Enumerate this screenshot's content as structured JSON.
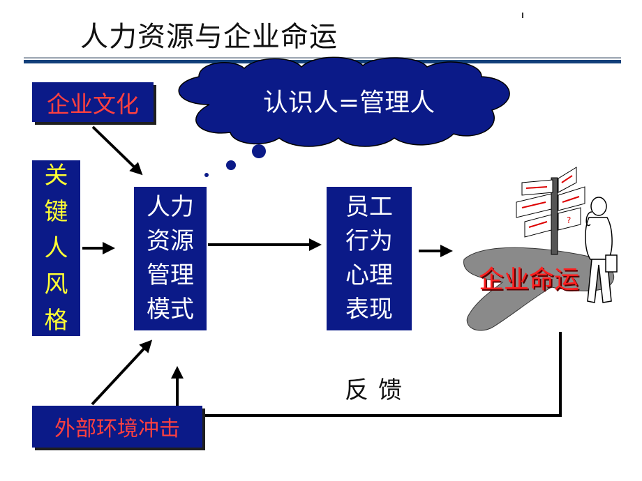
{
  "title": "人力资源与企业命运",
  "cloud_label": "认识人=管理人",
  "boxes": {
    "culture": "企业文化",
    "key_person": [
      "关",
      "键",
      "人",
      "风",
      "格"
    ],
    "hrm_mode": [
      "人力",
      "资源",
      "管理",
      "模式"
    ],
    "employee": [
      "员工",
      "行为",
      "心理",
      "表现"
    ],
    "external": "外部环境冲击"
  },
  "fate_label": "企业命运",
  "feedback_label": "反馈",
  "colors": {
    "box_fill": "#0b1a88",
    "cloud_fill": "#0b1a88",
    "red_text": "#ff4040",
    "yellow_text": "#ffff33",
    "rule": "#123f7a"
  },
  "icons": [
    "signpost-person-icon"
  ]
}
